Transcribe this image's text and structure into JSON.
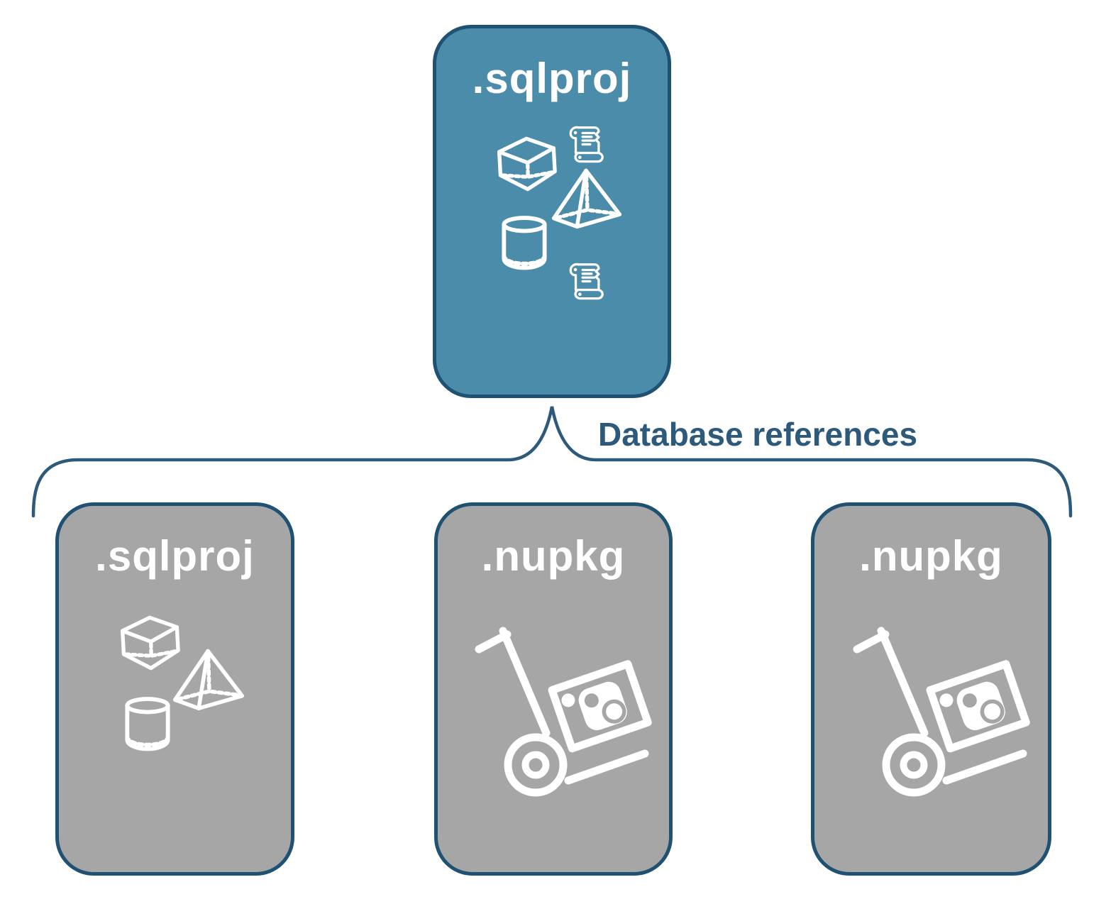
{
  "diagram": {
    "title_hint": "SQL project database references",
    "connector_label": "Database references",
    "root_node": {
      "label": ".sqlproj",
      "kind": "sql-project"
    },
    "child_nodes": [
      {
        "label": ".sqlproj",
        "kind": "sql-project"
      },
      {
        "label": ".nupkg",
        "kind": "nuget-package"
      },
      {
        "label": ".nupkg",
        "kind": "nuget-package"
      }
    ],
    "icons": {
      "sql_project": [
        "script-scroll-icon",
        "cube-icon",
        "pyramid-icon",
        "database-cylinder-icon",
        "script-scroll-icon"
      ],
      "nuget_package": [
        "nuget-dolly-icon"
      ]
    },
    "colors": {
      "root_fill": "#4A8CA9",
      "child_fill": "#A6A6A6",
      "node_border": "#1F5173",
      "connector": "#2D5A7B",
      "label_text": "#2D5A7B",
      "icon": "#FFFFFF",
      "node_label_text": "#FFFFFF",
      "background": "#FFFFFF"
    }
  }
}
